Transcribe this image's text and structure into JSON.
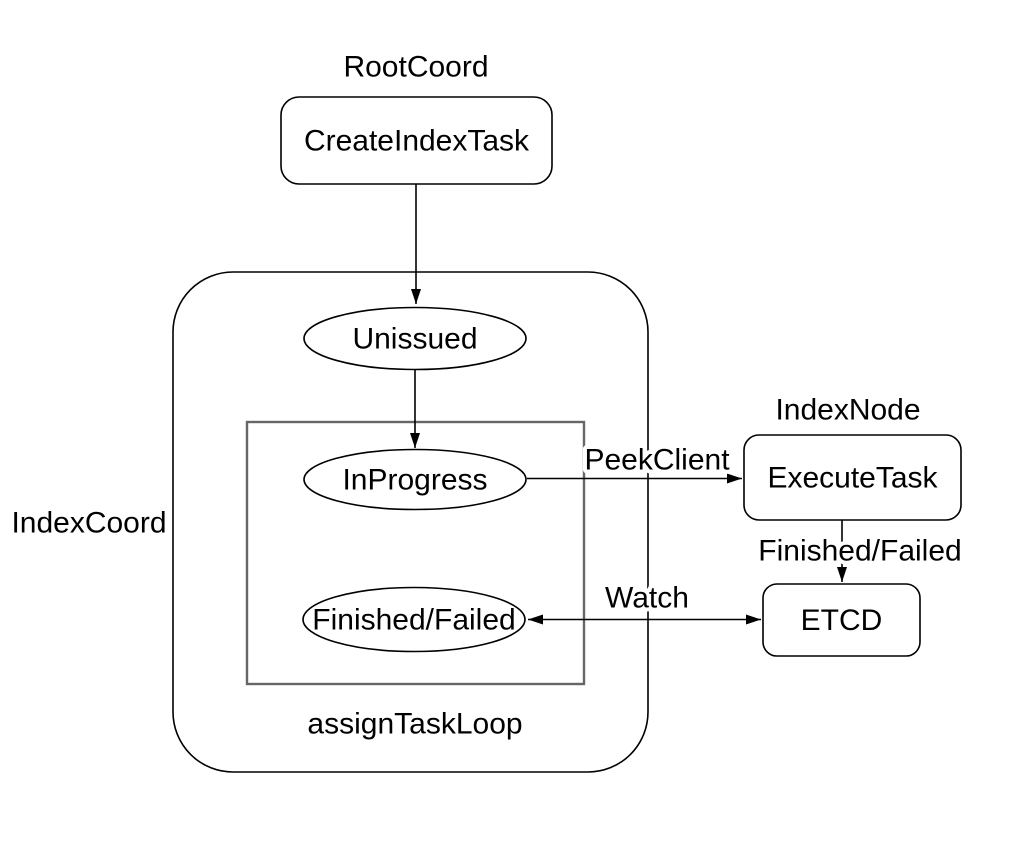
{
  "diagram": {
    "groups": {
      "root_coord": "RootCoord",
      "index_node": "IndexNode",
      "index_coord": "IndexCoord",
      "assign_task_loop": "assignTaskLoop"
    },
    "nodes": {
      "create_index_task": "CreateIndexTask",
      "unissued": "Unissued",
      "in_progress": "InProgress",
      "finished_failed": "Finished/Failed",
      "execute_task": "ExecuteTask",
      "etcd": "ETCD"
    },
    "edges": {
      "peek_client": "PeekClient",
      "finished_failed": "Finished/Failed",
      "watch": "Watch"
    },
    "colors": {
      "background": "#ffffff",
      "shape_stroke": "#000000",
      "inner_container_stroke": "#666666",
      "text": "#000000"
    }
  }
}
